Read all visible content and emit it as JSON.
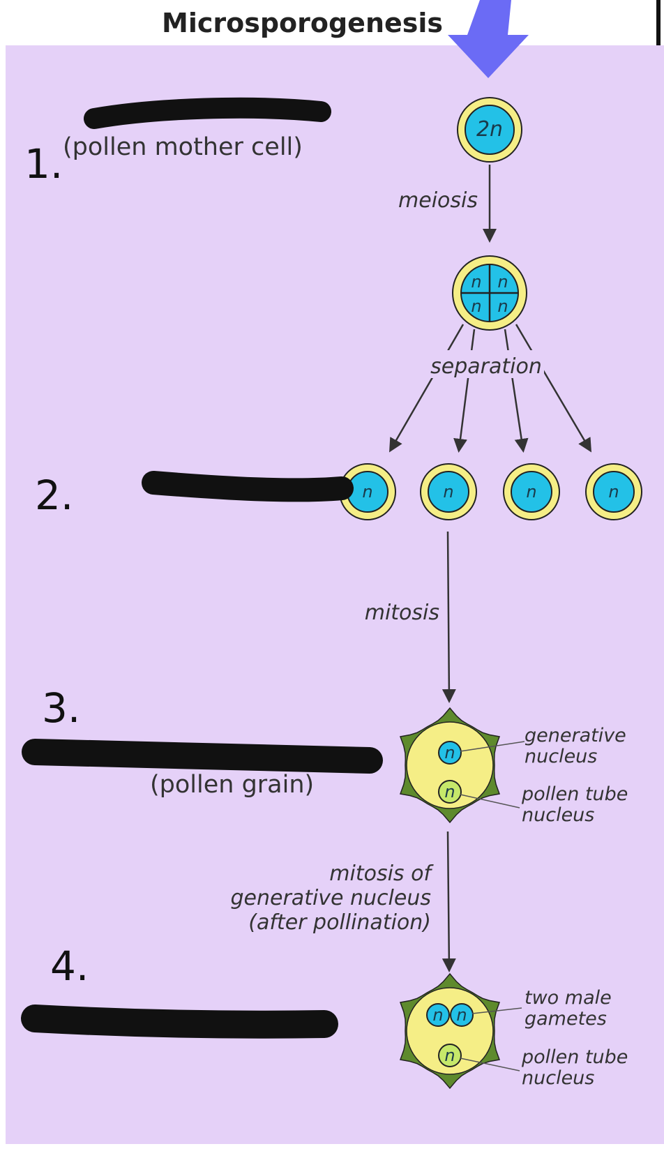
{
  "title": "Microsporogenesis",
  "colors": {
    "panel": "#E5D1F8",
    "cell_ring": "#F5EE86",
    "nucleus_blue": "#23C1E7",
    "nucleus_green": "#C6E86A",
    "spiky_wall": "#5E8A2D",
    "arrow_big": "#6B6BF5",
    "scribble": "#111111"
  },
  "labels": {
    "cell_2n": "2n",
    "n": "n",
    "meiosis": "meiosis",
    "separation": "separation",
    "mitosis": "mitosis",
    "mitosis_of_1": "mitosis of",
    "mitosis_of_2": "generative nucleus",
    "mitosis_of_3": "(after pollination)",
    "generative_1": "generative",
    "generative_2": "nucleus",
    "pollen_tube_1": "pollen tube",
    "pollen_tube_2": "nucleus",
    "gametes_1": "two male",
    "gametes_2": "gametes",
    "pollen_tube2_1": "pollen tube",
    "pollen_tube2_2": "nucleus"
  },
  "side_labels": {
    "pollen_mother_cell": "(pollen mother cell)",
    "pollen_grain": "(pollen grain)"
  },
  "handwritten": [
    "1.",
    "2.",
    "3.",
    "4."
  ]
}
